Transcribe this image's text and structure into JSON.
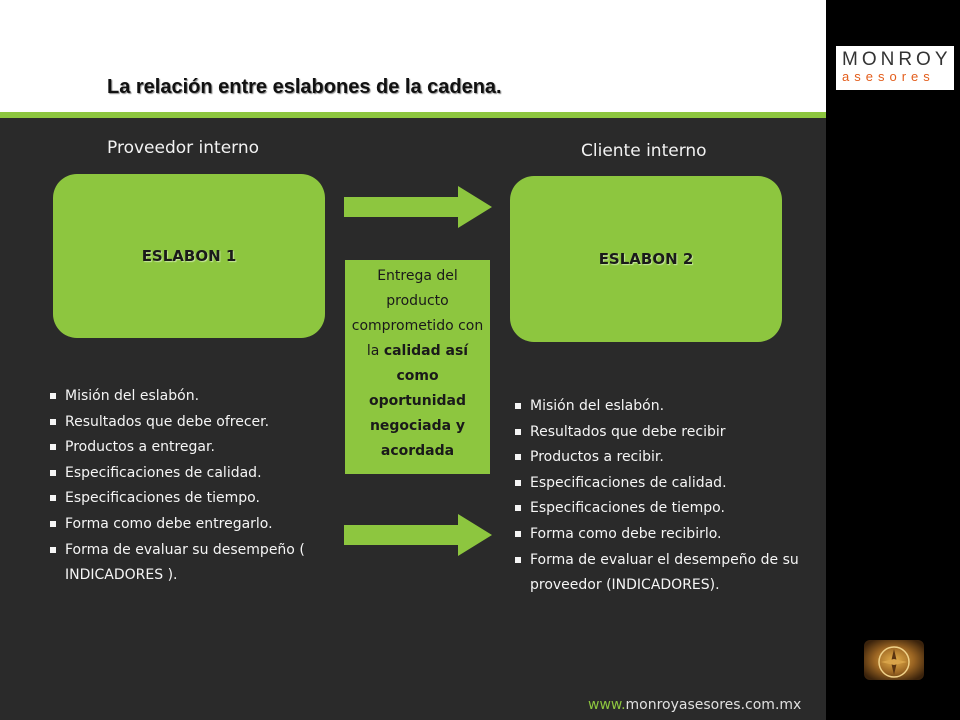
{
  "slide": {
    "title": "La relación entre eslabones de la cadena."
  },
  "logo": {
    "line1": "MONROY",
    "line2": "asesores"
  },
  "left": {
    "role": "Proveedor interno",
    "box_label": "ESLABON 1",
    "bullets": [
      "Misión del eslabón.",
      "Resultados que debe ofrecer.",
      "Productos a entregar.",
      "Especificaciones de calidad.",
      "Especificaciones de tiempo.",
      "Forma como debe entregarlo.",
      "Forma de evaluar su desempeño ( INDICADORES )."
    ]
  },
  "right": {
    "role": "Cliente interno",
    "box_label": "ESLABON 2",
    "bullets": [
      "Misión del eslabón.",
      "Resultados que debe recibir",
      "Productos a recibir.",
      "Especificaciones de calidad.",
      "Especificaciones de tiempo.",
      "Forma como debe recibirlo.",
      "Forma de evaluar el desempeño de su proveedor (INDICADORES)."
    ]
  },
  "delivery": {
    "text_plain": "Entrega del producto comprometido con la",
    "text_bold": "calidad así como oportunidad negociada y acordada"
  },
  "footer": {
    "url_prefix": "www.",
    "url_domain": "monroyasesores.com.mx"
  },
  "colors": {
    "accent_green": "#8dc63f",
    "background": "#2a2a2a",
    "logo_orange": "#e35d1b"
  },
  "icons": {
    "flow_arrows": "right-arrow-icon",
    "corner_image": "compass-icon"
  }
}
